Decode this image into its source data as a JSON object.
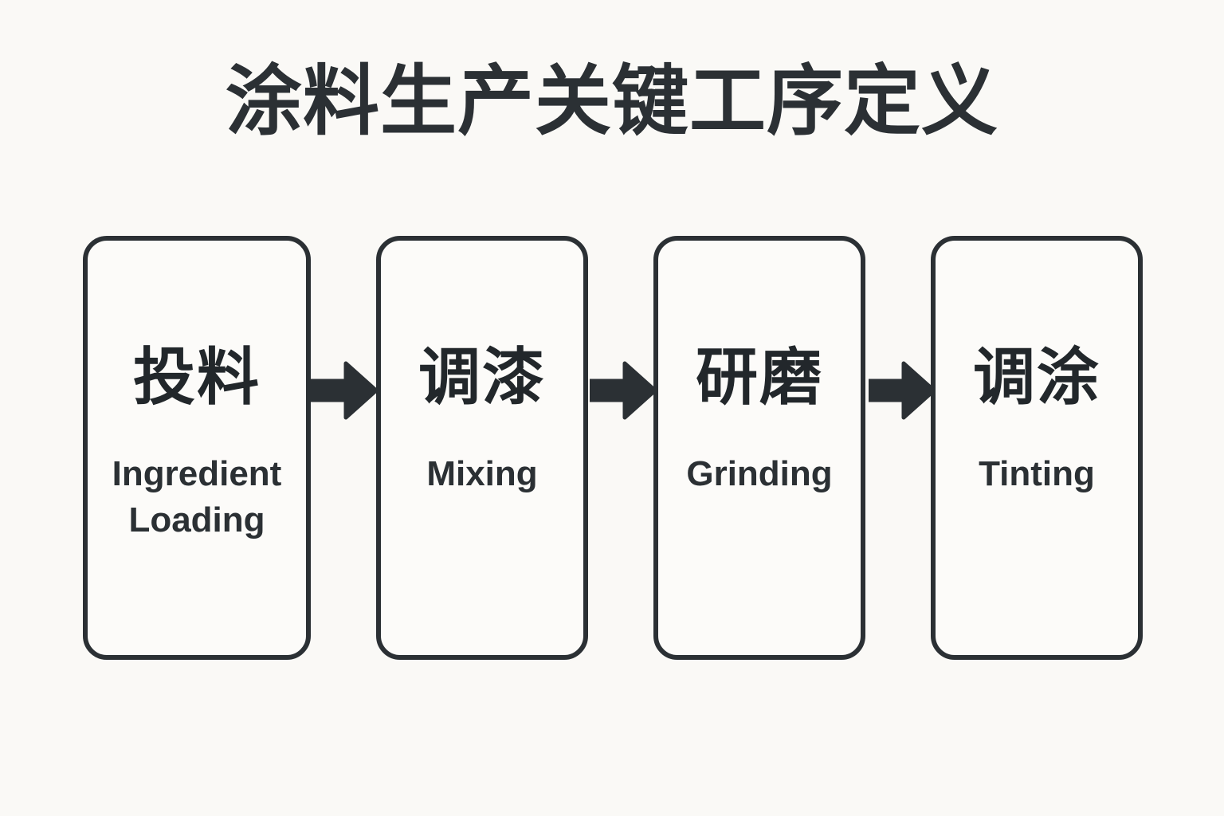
{
  "page": {
    "title": "涂料生产关键工序定义",
    "background_color": "#faf9f6",
    "ink_color": "#2b3034",
    "box_fill_color": "#fcfbf9"
  },
  "flow": {
    "type": "horizontal-process-flow",
    "stages": [
      {
        "cn": "投料",
        "en": "Ingredient Loading"
      },
      {
        "cn": "调漆",
        "en": "Mixing"
      },
      {
        "cn": "研磨",
        "en": "Grinding"
      },
      {
        "cn": "调涂",
        "en": "Tinting"
      }
    ],
    "connectors": [
      {
        "icon": "arrow-right-icon",
        "from": "投料",
        "to": "调漆"
      },
      {
        "icon": "arrow-right-icon",
        "from": "调漆",
        "to": "研磨"
      },
      {
        "icon": "arrow-right-icon",
        "from": "研磨",
        "to": "调涂"
      }
    ]
  }
}
